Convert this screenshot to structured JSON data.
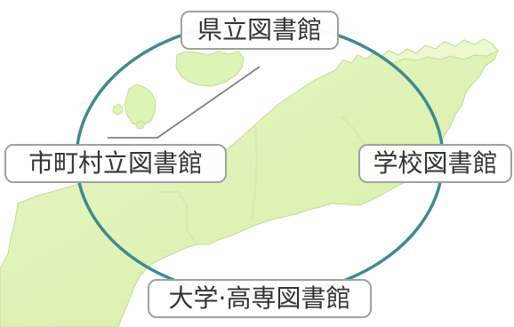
{
  "labels": {
    "top": "県立図書館",
    "left": "市町村立図書館",
    "right": "学校図書館",
    "bottom": "大学·高専図書館"
  },
  "colors": {
    "land_fill": "#def3b6",
    "land_fill_light": "#ecf8cf",
    "land_texture": "#cfe5a6",
    "land_edge": "#c5dc98",
    "ring_stroke": "#3f8a8f",
    "leader_line": "#7b847b",
    "label_border": "#9aa59a",
    "label_text": "#2e3532"
  }
}
